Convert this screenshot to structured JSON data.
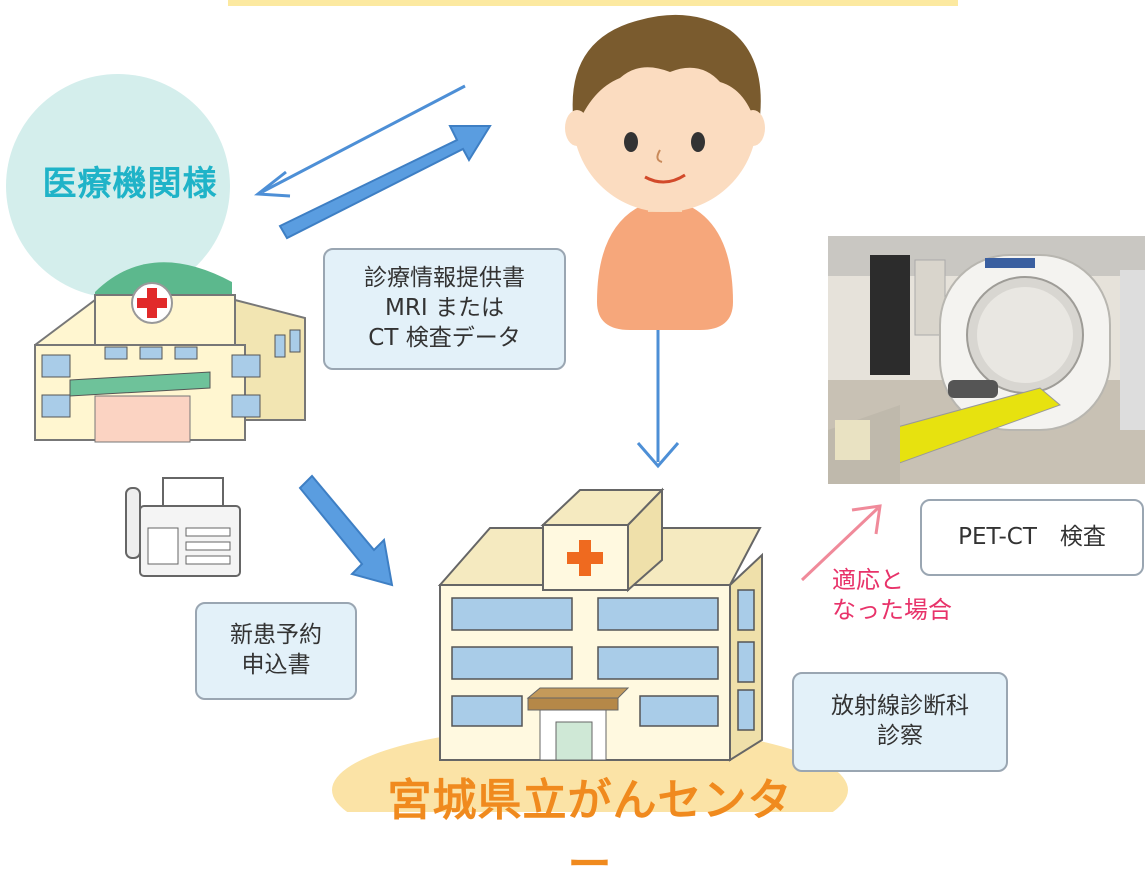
{
  "medical_institution": {
    "label": "医療機関様"
  },
  "referral_docs": {
    "text": "診療情報提供書\nMRI または\nCT 検査データ"
  },
  "new_patient_form": {
    "text": "新患予約\n申込書"
  },
  "pet_ct": {
    "text": "PET-CT　検査"
  },
  "eligibility_note": {
    "text": "適応と\nなった場合"
  },
  "radiology": {
    "text": "放射線診断科\n診察"
  },
  "cancer_center": {
    "label": "宮城県立がんセンター"
  },
  "colors": {
    "accent_teal": "#1fb3c8",
    "orange": "#f08a1e",
    "arrow_blue": "#4d8fd6",
    "note_pink": "#e8336a",
    "box_fill": "#e3f1f9"
  }
}
